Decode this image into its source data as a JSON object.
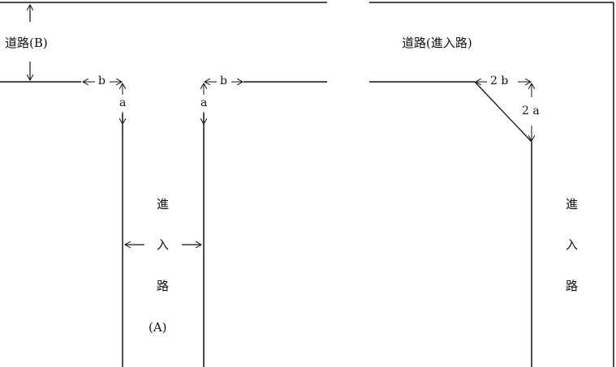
{
  "left_diagram": {
    "road_b_label": "道路(B)",
    "dim_b_left": "b",
    "dim_b_right": "b",
    "dim_a_left": "a",
    "dim_a_right": "a",
    "entry_road_chars": [
      "進",
      "入",
      "路"
    ],
    "entry_road_suffix": "(A)"
  },
  "right_diagram": {
    "road_label": "道路(進入路)",
    "dim_2b": "2 b",
    "dim_2a": "2 a",
    "entry_road_chars": [
      "進",
      "入",
      "路"
    ]
  },
  "colors": {
    "line": "#111111",
    "background": "#ffffff"
  }
}
